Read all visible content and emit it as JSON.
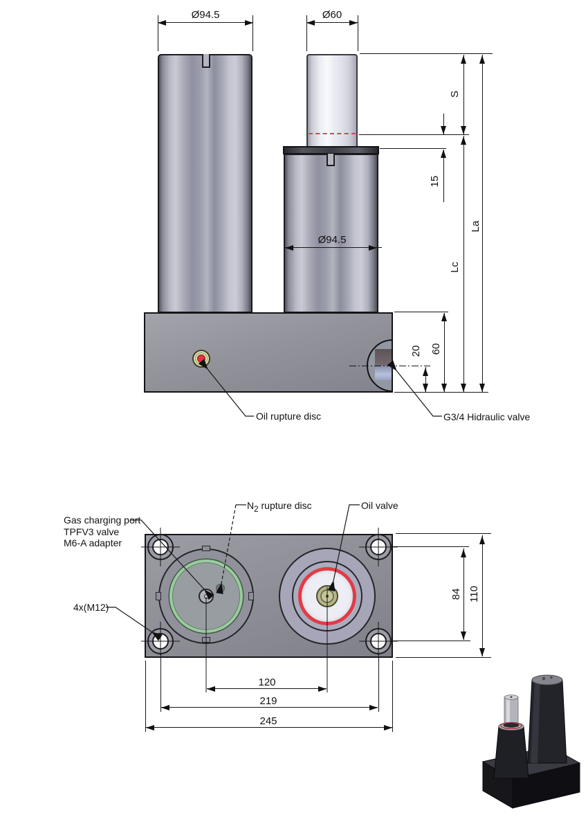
{
  "top_view": {
    "dim_outer_cylinder_diameter": "Ø94.5",
    "dim_rod_diameter": "Ø60",
    "dim_inner_cylinder_diameter": "Ø94.5",
    "dim_stroke": "S",
    "dim_cap_overlap": "15",
    "dim_extended_length": "La",
    "dim_compressed_length": "Lc",
    "dim_base_height": "60",
    "dim_valve_height": "20",
    "label_oil_rupture_disc": "Oil rupture disc",
    "label_hydraulic_valve": "G3/4 Hidraulic valve"
  },
  "bottom_view": {
    "label_gas_port": [
      "Gas charging port",
      "TPFV3 valve",
      "M6-A adapter"
    ],
    "label_n2_prefix": "N",
    "label_n2_sub": "2",
    "label_n2_rest": " rupture disc",
    "label_oil_valve": "Oil valve",
    "label_bolt_holes": "4x(M12)",
    "dim_hole_spacing_vertical": "84",
    "dim_plate_height": "110",
    "dim_port_spacing": "120",
    "dim_hole_spacing_horizontal": "219",
    "dim_plate_width": "245"
  },
  "colors": {
    "line": "#16161a",
    "red_accent": "#e23b47",
    "green_ring": "#9acb9e",
    "rupture_disc_red": "#e8333f",
    "stroke_limit_red": "#e93b52"
  }
}
